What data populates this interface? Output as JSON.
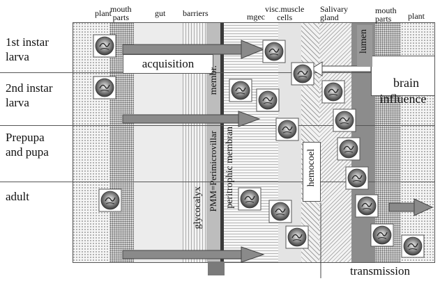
{
  "columns": {
    "plant_left": "plant",
    "mouth_parts_left": "mouth\nparts",
    "gut": "gut",
    "barriers": "barriers",
    "mgec": "mgec",
    "visc_muscle_cells": "visc.muscle\ncells",
    "salivary_gland": "Salivary\ngland",
    "mouth_parts_right": "mouth\nparts",
    "plant_right": "plant"
  },
  "rows": [
    {
      "label": "1st instar\nlarva"
    },
    {
      "label": "2nd instar\nlarva"
    },
    {
      "label": "Prepupa\nand pupa"
    },
    {
      "label": "adult"
    }
  ],
  "vertical_labels": {
    "membr": "membr.",
    "pmm": "PMM=Perimicrovillar",
    "peritrophic": "peritrophic membran",
    "glycocalyx": "glycocalyx",
    "hemocoel": "hemocoel",
    "lumen": "lumen"
  },
  "boxes": {
    "acquisition": "acquisition",
    "brain_influence": "brain\ninfluence",
    "transmission": "transmission"
  },
  "colors": {
    "arrow_fill": "#8a8a8a",
    "barrier_dark": "#3a3a3a",
    "lumen_band": "#8c8c8c"
  }
}
